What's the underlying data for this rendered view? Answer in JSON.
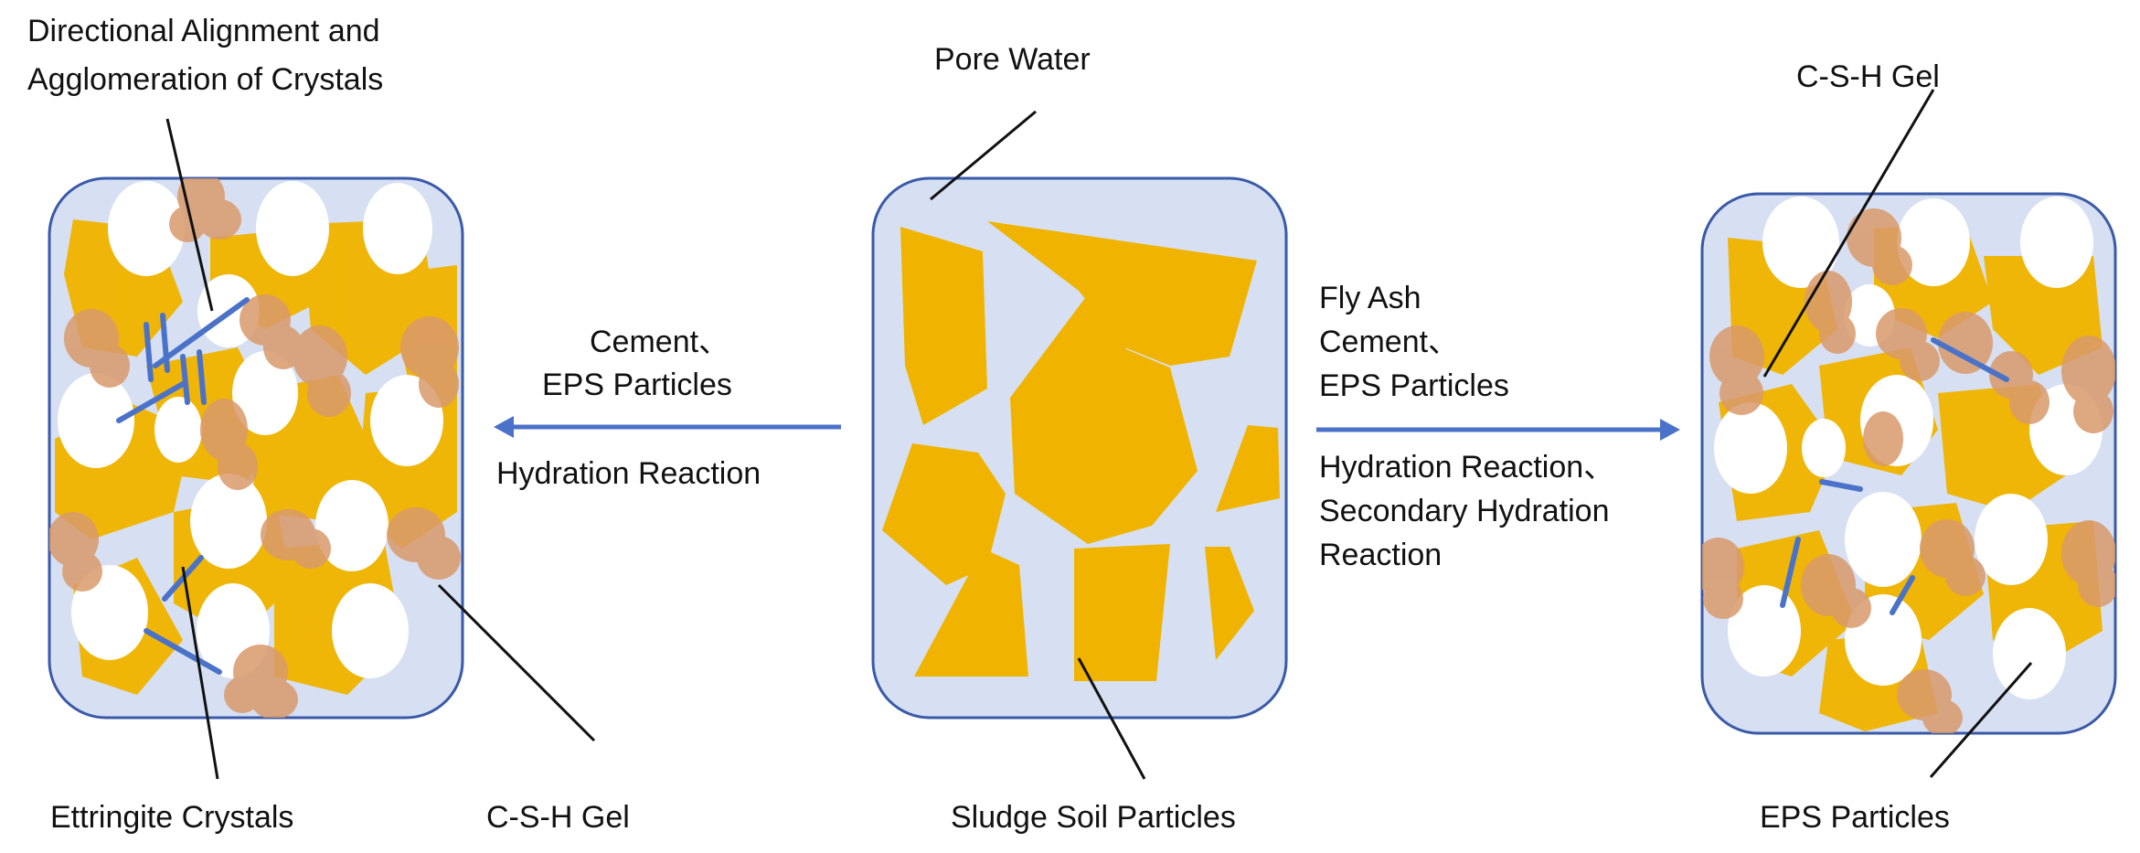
{
  "colors": {
    "background": "#ffffff",
    "box_fill": "#d6e0f2",
    "box_stroke": "#3a5aa8",
    "soil": "#f0b400",
    "soil_edge": "#e8a800",
    "eps": "#ffffff",
    "csh_gel": "#d99a6c",
    "ettringite": "#4a72c8",
    "arrow": "#4a72c8",
    "leader": "#111111",
    "text": "#111111"
  },
  "icons": [
    "arrow-left-icon",
    "arrow-right-icon"
  ],
  "labels": {
    "directional_alignment": [
      "Directional Alignment and",
      "Agglomeration of Crystals"
    ],
    "pore_water": "Pore Water",
    "csh_gel_right": "C-S-H Gel",
    "ettringite_crystals": "Ettringite Crystals",
    "csh_gel_left": "C-S-H Gel",
    "sludge_soil_particles": "Sludge Soil Particles",
    "eps_particles": "EPS Particles"
  },
  "left_reaction": {
    "reagents": [
      "Cement、",
      "EPS Particles"
    ],
    "process": "Hydration Reaction"
  },
  "right_reaction": {
    "reagents": [
      "Fly Ash",
      "Cement、",
      "EPS Particles"
    ],
    "process": [
      "Hydration Reaction、",
      "Secondary Hydration",
      "Reaction"
    ]
  }
}
